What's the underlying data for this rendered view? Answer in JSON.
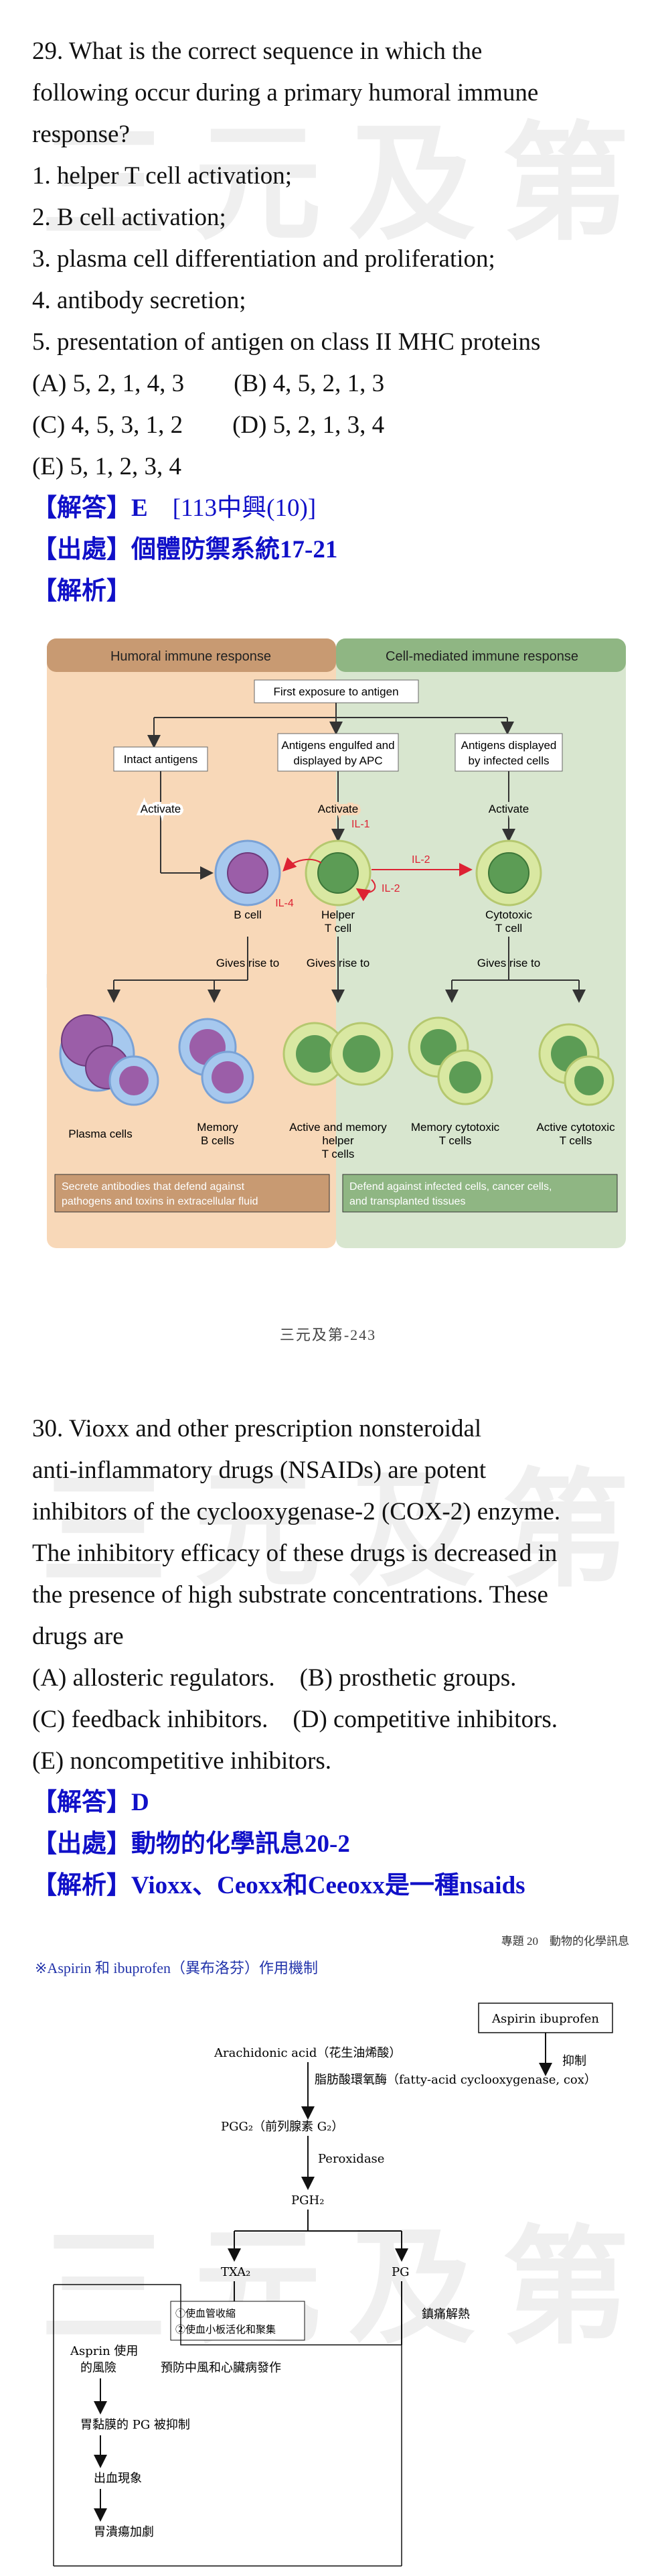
{
  "watermark": "三元及第",
  "q29": {
    "lines": [
      "29. What is the correct sequence in which the",
      "following occur during a primary humoral immune",
      "response?",
      "1. helper T cell activation;",
      "2. B cell activation;",
      "3. plasma cell differentiation and proliferation;",
      "4. antibody secretion;",
      "5. presentation of antigen on class II MHC proteins"
    ],
    "options": [
      "(A) 5, 2, 1, 4, 3        (B) 4, 5, 2, 1, 3",
      "(C) 4, 5, 3, 1, 2        (D) 5, 2, 1, 3, 4",
      "(E) 5, 1, 2, 3, 4"
    ],
    "answer_label": "【解答】",
    "answer": "E",
    "answer_ref": "[113中興(10)]",
    "source_label": "【出處】",
    "source": "個體防禦系統17-21",
    "analysis_label": "【解析】"
  },
  "figure1": {
    "header_left": "Humoral immune response",
    "header_right": "Cell-mediated immune response",
    "first_exposure": "First exposure to antigen",
    "intact": "Intact antigens",
    "engulfed": [
      "Antigens engulfed and",
      "displayed by APC"
    ],
    "infected": [
      "Antigens displayed",
      "by infected cells"
    ],
    "activate": "Activate",
    "il1": "IL-1",
    "il2": "IL-2",
    "il4": "IL-4",
    "bcell": "B cell",
    "helper": [
      "Helper",
      "T cell"
    ],
    "cytotoxic": [
      "Cytotoxic",
      "T cell"
    ],
    "gives_rise": "Gives rise to",
    "plasma": "Plasma cells",
    "memoryb": [
      "Memory",
      "B cells"
    ],
    "active_memory_helper": [
      "Active and memory",
      "helper",
      "T cells"
    ],
    "memory_cyto": [
      "Memory cytotoxic",
      "T cells"
    ],
    "active_cyto": [
      "Active cytotoxic",
      "T cells"
    ],
    "footer_left": [
      "Secrete antibodies that defend against",
      "pathogens and toxins in extracellular fluid"
    ],
    "footer_right": [
      "Defend against infected cells, cancer cells,",
      "and transplanted tissues"
    ]
  },
  "page_number": "三元及第-243",
  "q30": {
    "lines": [
      "30. Vioxx and other prescription nonsteroidal",
      "anti-inflammatory drugs (NSAIDs) are potent",
      "inhibitors of the cyclooxygenase-2 (COX-2) enzyme.",
      "The inhibitory efficacy of these drugs is decreased in",
      "the presence of high substrate concentrations. These",
      "drugs are"
    ],
    "options": [
      "(A) allosteric regulators.    (B) prosthetic groups.",
      "(C) feedback inhibitors.    (D) competitive inhibitors.",
      "(E) noncompetitive inhibitors."
    ],
    "answer_label": "【解答】",
    "answer": "D",
    "source_label": "【出處】",
    "source": "動物的化學訊息20-2",
    "analysis_label": "【解析】",
    "analysis": "Vioxx、Ceoxx和Ceeoxx是一種nsaids"
  },
  "running_head": "專題 20　動物的化學訊息",
  "section_heading": "※Aspirin 和 ibuprofen（異布洛芬）作用機制",
  "figure2": {
    "aspirin_box": "Aspirin ibuprofen",
    "inhibit": "抑制",
    "arachidonic": "Arachidonic acid（花生油烯酸）",
    "cox": "脂肪酸環氧酶（fatty-acid cyclooxygenase, cox）",
    "pgg2": "PGG₂（前列腺素 G₂）",
    "peroxidase": "Peroxidase",
    "pgh2": "PGH₂",
    "txa2": "TXA₂",
    "pg": "PG",
    "analgesic": "鎮痛解熱",
    "effect1": "①使血管收縮",
    "effect2": "②使血小板活化和聚集",
    "prevent": "預防中風和心臟病發作",
    "risk": [
      "Asprin 使用",
      "的風險"
    ],
    "risk1": "胃黏膜的 PG 被抑制",
    "risk2": "出血現象",
    "risk3": "胃潰瘍加劇"
  }
}
